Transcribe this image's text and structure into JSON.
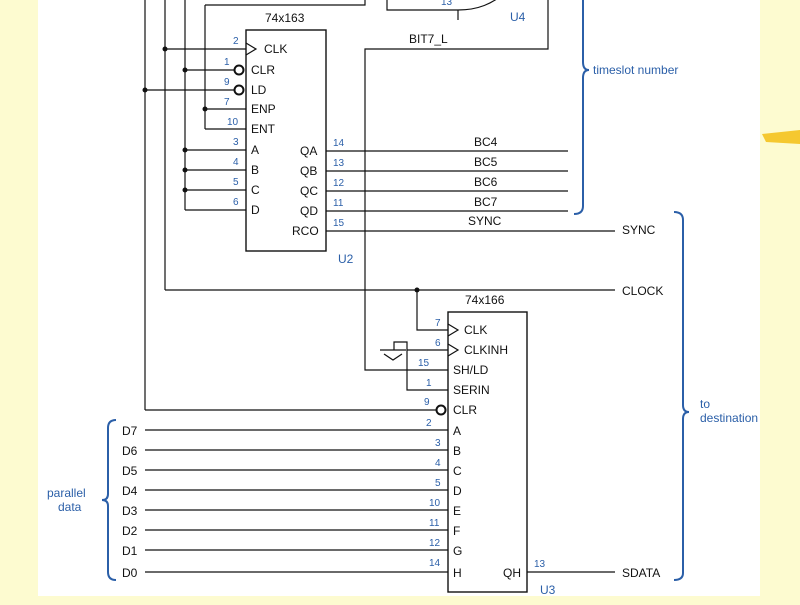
{
  "u2": {
    "part": "74x163",
    "ref": "U2",
    "left_pins": [
      {
        "name": "CLK",
        "num": "2"
      },
      {
        "name": "CLR",
        "num": "1"
      },
      {
        "name": "LD",
        "num": "9"
      },
      {
        "name": "ENP",
        "num": "7"
      },
      {
        "name": "ENT",
        "num": "10"
      },
      {
        "name": "A",
        "num": "3"
      },
      {
        "name": "B",
        "num": "4"
      },
      {
        "name": "C",
        "num": "5"
      },
      {
        "name": "D",
        "num": "6"
      }
    ],
    "right_pins": [
      {
        "name": "QA",
        "num": "14",
        "signal": "BC4"
      },
      {
        "name": "QB",
        "num": "13",
        "signal": "BC5"
      },
      {
        "name": "QC",
        "num": "12",
        "signal": "BC6"
      },
      {
        "name": "QD",
        "num": "11",
        "signal": "BC7"
      },
      {
        "name": "RCO",
        "num": "15",
        "signal": "SYNC"
      }
    ]
  },
  "u3": {
    "part": "74x166",
    "ref": "U3",
    "left_pins": [
      {
        "name": "CLK",
        "num": "7"
      },
      {
        "name": "CLKINH",
        "num": "6"
      },
      {
        "name": "SH/LD",
        "num": "15"
      },
      {
        "name": "SERIN",
        "num": "1"
      },
      {
        "name": "CLR",
        "num": "9"
      },
      {
        "name": "A",
        "num": "2",
        "input": "D7"
      },
      {
        "name": "B",
        "num": "3",
        "input": "D6"
      },
      {
        "name": "C",
        "num": "4",
        "input": "D5"
      },
      {
        "name": "D",
        "num": "5",
        "input": "D4"
      },
      {
        "name": "E",
        "num": "10",
        "input": "D3"
      },
      {
        "name": "F",
        "num": "11",
        "input": "D2"
      },
      {
        "name": "G",
        "num": "12",
        "input": "D1"
      },
      {
        "name": "H",
        "num": "14",
        "input": "D0"
      }
    ],
    "right_pins": [
      {
        "name": "QH",
        "num": "13"
      }
    ]
  },
  "u4": {
    "ref": "U4",
    "pin_num": "13"
  },
  "signals": {
    "bit7": "BIT7_L",
    "sync": "SYNC",
    "clock": "CLOCK",
    "sdata": "SDATA"
  },
  "annotations": {
    "timeslot": "timeslot number",
    "to_line1": "to",
    "to_line2": "destination",
    "parallel_line1": "parallel",
    "parallel_line2": "data"
  },
  "colors": {
    "background": "#fdfbd0",
    "annotation": "#2b5fa8",
    "accent_mark": "#f5c830"
  }
}
